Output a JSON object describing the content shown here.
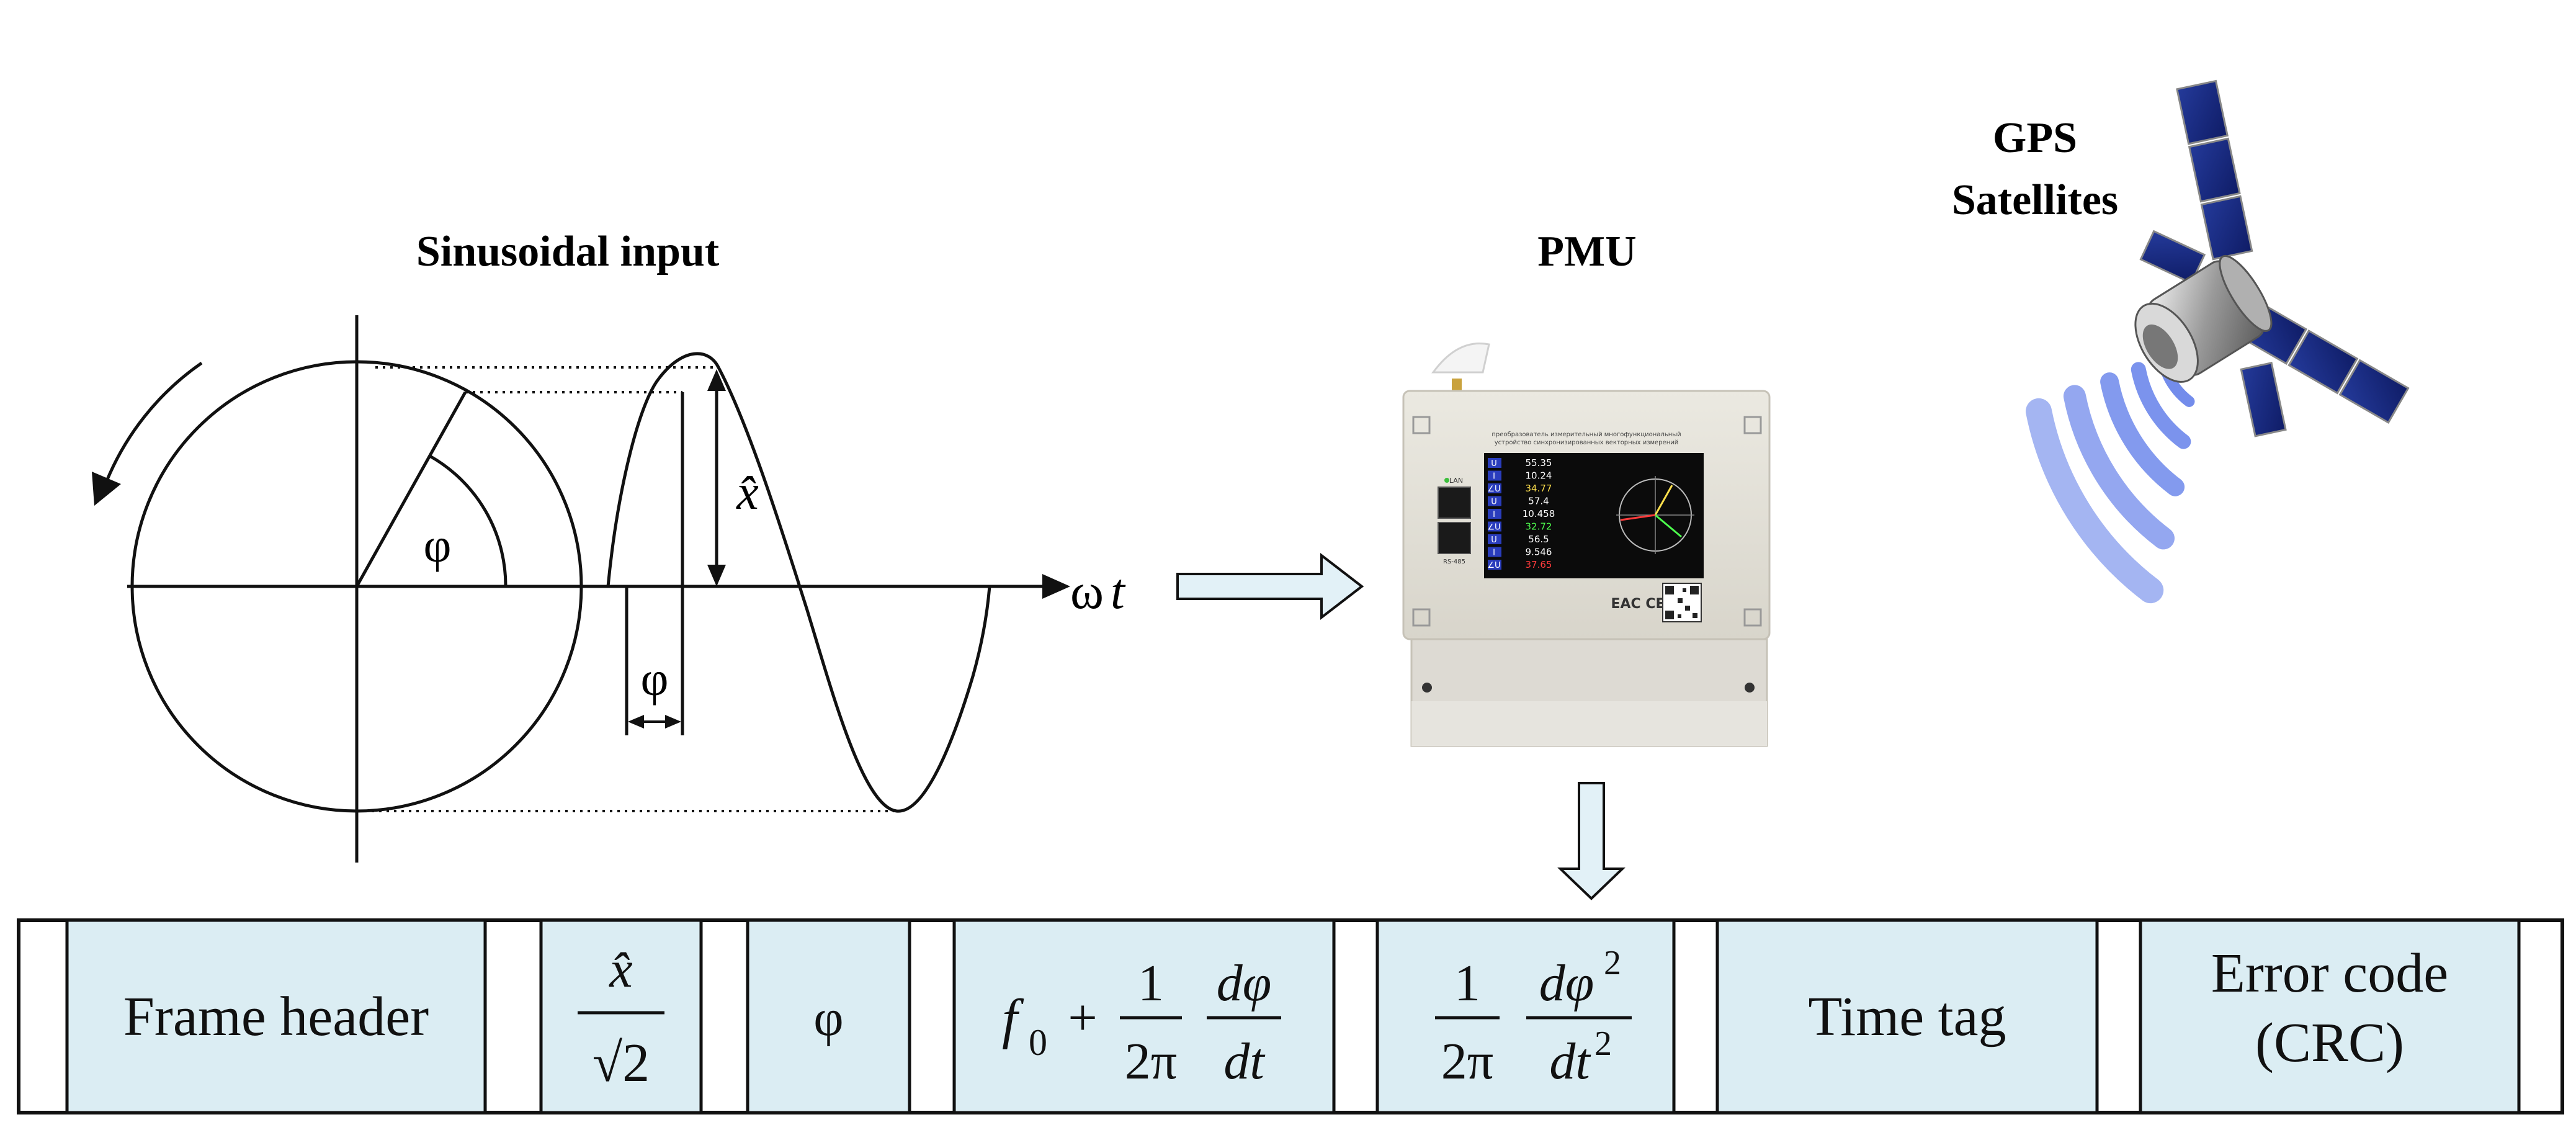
{
  "titles": {
    "sinusoidal_input": "Sinusoidal input",
    "pmu": "PMU",
    "gps_line1": "GPS",
    "gps_line2": "Satellites"
  },
  "waveform": {
    "phi_symbol": "φ",
    "amplitude_symbol": "x̂",
    "axis_label_omega": "ω",
    "axis_label_t": "t"
  },
  "device": {
    "header_text_1": "преобразователь измерительный многофункциональный",
    "header_text_2": "устройство синхронизированных векторных измерений",
    "port_label_lan": "LAN",
    "port_label_rs485": "RS-485",
    "readings": [
      {
        "label": "U",
        "value": "55.35",
        "color": "#ffffff"
      },
      {
        "label": "I",
        "value": "10.24",
        "color": "#ffffff"
      },
      {
        "label": "∠U",
        "value": "34.77",
        "color": "#ffe14d"
      },
      {
        "label": "U",
        "value": "57.4",
        "color": "#ffffff"
      },
      {
        "label": "I",
        "value": "10.458",
        "color": "#ffffff"
      },
      {
        "label": "∠U",
        "value": "32.72",
        "color": "#4dff4d"
      },
      {
        "label": "U",
        "value": "56.5",
        "color": "#ffffff"
      },
      {
        "label": "I",
        "value": "9.546",
        "color": "#ffffff"
      },
      {
        "label": "∠U",
        "value": "37.65",
        "color": "#ff3b3b"
      }
    ],
    "marks": "EAC CE"
  },
  "frame_cells": [
    {
      "name": "frame-header",
      "type": "text",
      "lines": [
        "Frame header"
      ]
    },
    {
      "name": "amplitude-rms",
      "type": "formula",
      "numerator": "x̂",
      "denominator": "√2"
    },
    {
      "name": "phase-angle",
      "type": "formula",
      "symbol": "φ"
    },
    {
      "name": "frequency",
      "type": "formula",
      "f0": "f",
      "sub": "0",
      "plus": "+",
      "one": "1",
      "two_pi": "2π",
      "dphi": "dφ",
      "dt": "dt"
    },
    {
      "name": "rocof",
      "type": "formula",
      "one": "1",
      "two_pi": "2π",
      "dphi2": "dφ",
      "exp": "2",
      "dt2": "dt",
      "exp2": "2"
    },
    {
      "name": "time-tag",
      "type": "text",
      "lines": [
        "Time tag"
      ]
    },
    {
      "name": "error-code",
      "type": "text",
      "lines": [
        "Error code",
        "(CRC)"
      ]
    }
  ],
  "colors": {
    "cell_fill": "#dbedf3",
    "arrow_fill": "#e2f1f7",
    "signal_wave": "#5a78e8",
    "device_body": "#e4e1d8",
    "screen_bg": "#0b0b0b"
  }
}
